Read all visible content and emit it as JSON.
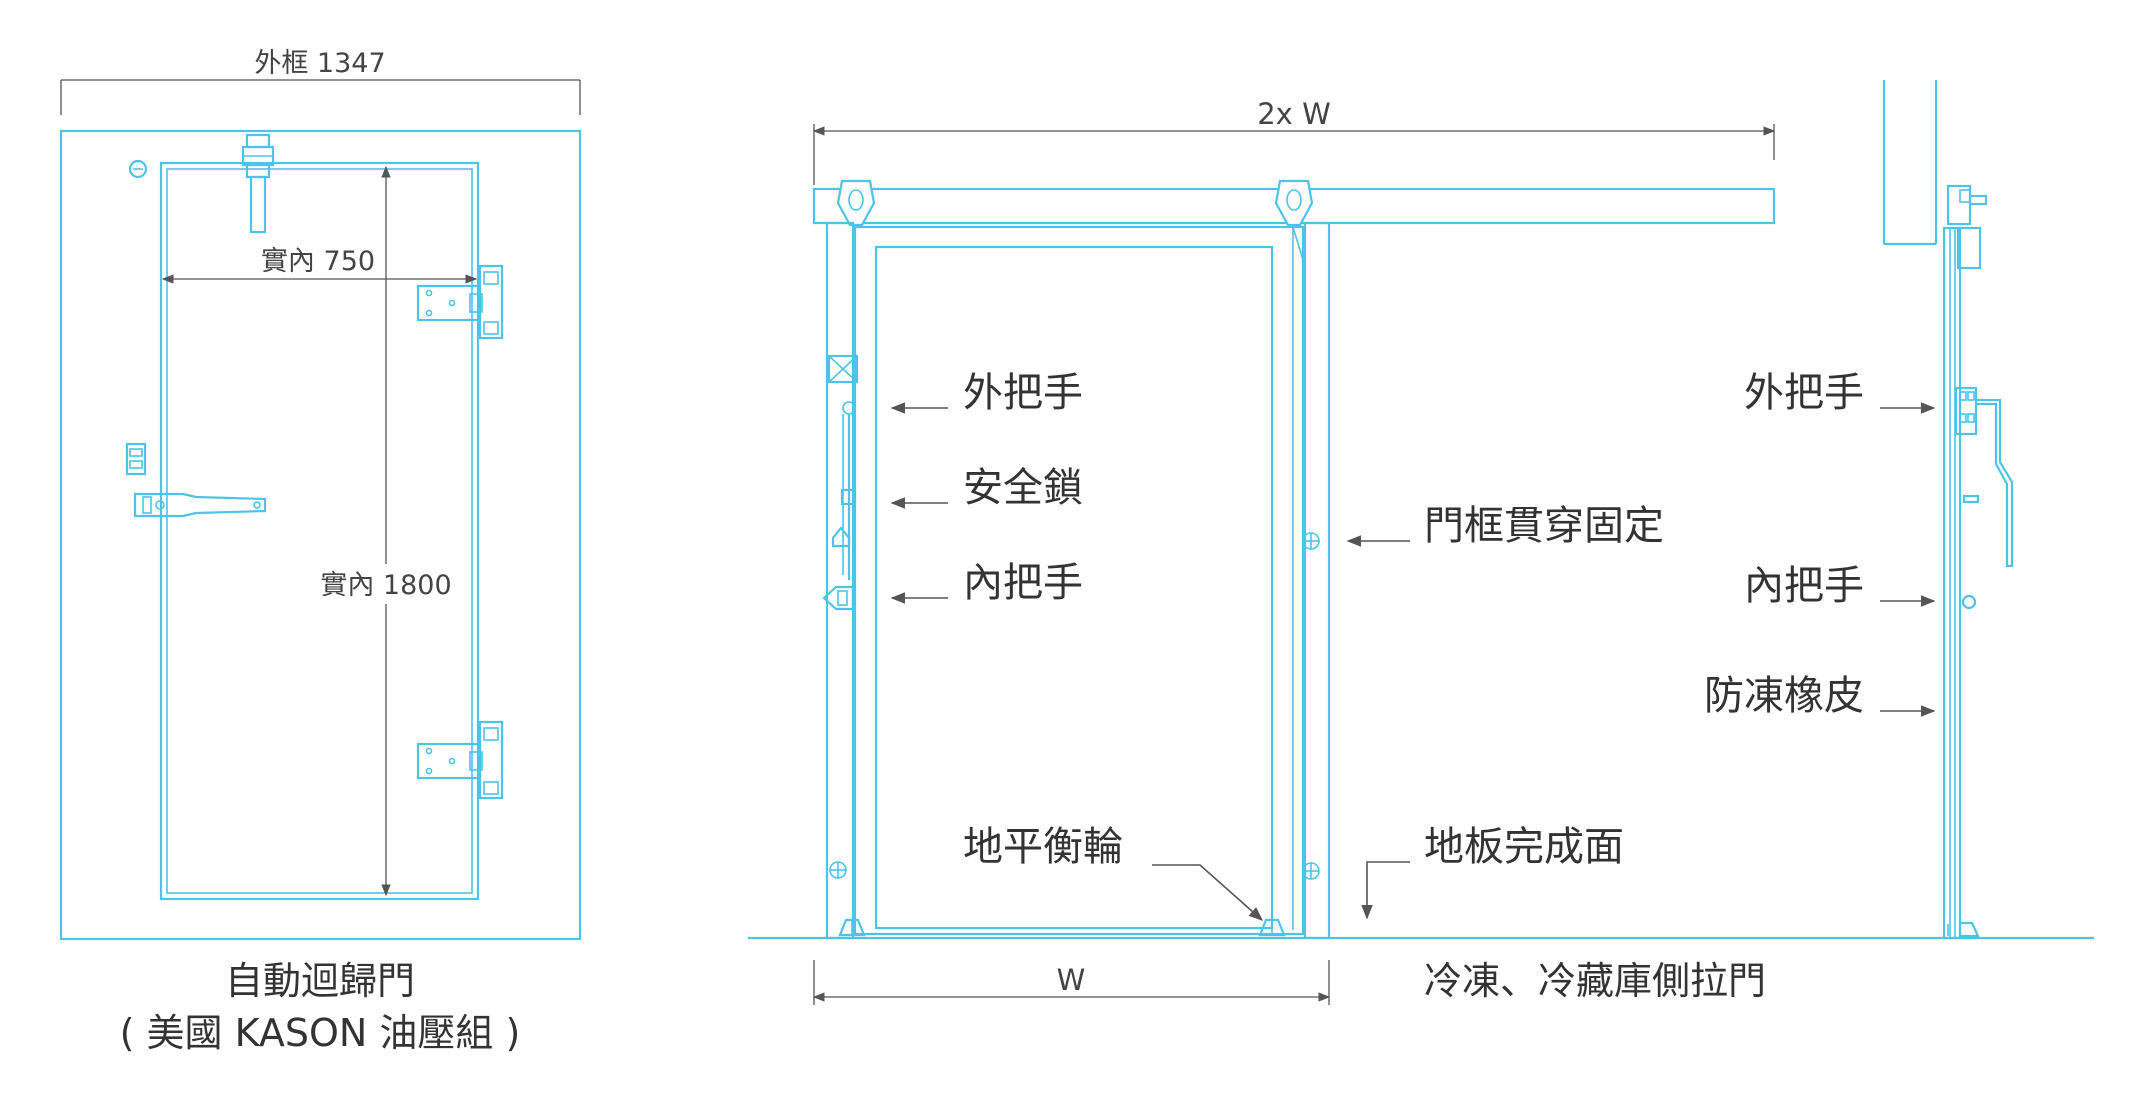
{
  "left_door": {
    "outer_frame_dim": "外框 1347",
    "inner_width_dim": "實內 750",
    "inner_height_dim": "實內 1800",
    "caption_line1": "自動迴歸門",
    "caption_line2": "( 美國 KASON 油壓組 )"
  },
  "sliding_door": {
    "width_dim_top": "2x W",
    "width_dim_bottom": "W",
    "labels": {
      "outer_handle": "外把手",
      "safety_lock": "安全鎖",
      "inner_handle": "內把手",
      "frame_fix": "門框貫穿固定",
      "floor_wheel": "地平衡輪",
      "floor_finish": "地板完成面"
    },
    "caption": "冷凍、冷藏庫側拉門"
  },
  "side_view": {
    "outer_handle": "外把手",
    "inner_handle": "內把手",
    "gasket": "防凍橡皮"
  },
  "colors": {
    "line": "#4dc3e8",
    "text": "#333333",
    "dimension": "#555555"
  }
}
